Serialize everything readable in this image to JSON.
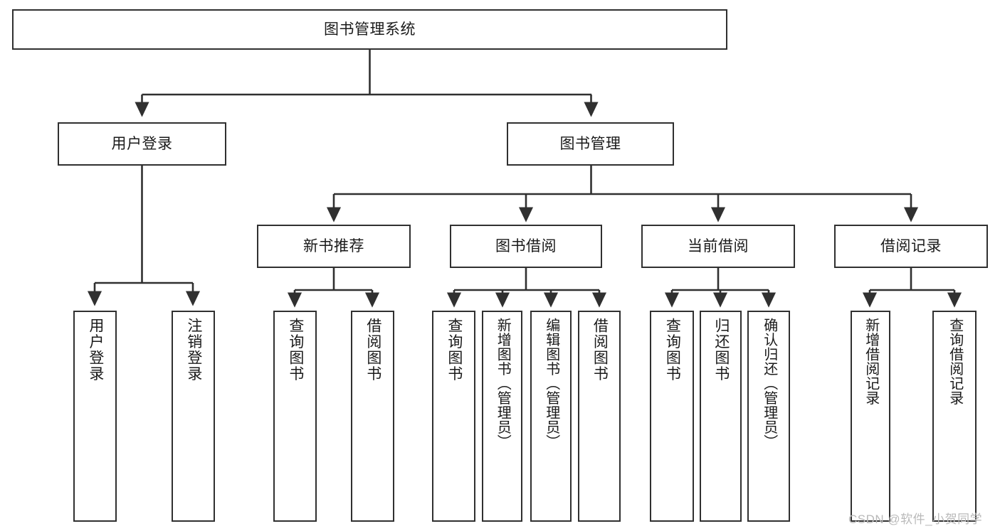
{
  "diagram": {
    "title": "图书管理系统",
    "type": "tree-hierarchy-diagram",
    "colors": {
      "node_border": "#303030",
      "node_fill": "#ffffff",
      "edge": "#303030",
      "text": "#1a1a1a",
      "watermark": "#b9b9b9",
      "background": "#ffffff"
    },
    "nodes": {
      "root": {
        "label": "图书管理系统"
      },
      "level1": [
        {
          "label": "用户登录"
        },
        {
          "label": "图书管理"
        }
      ],
      "level2": [
        {
          "label": "新书推荐"
        },
        {
          "label": "图书借阅"
        },
        {
          "label": "当前借阅"
        },
        {
          "label": "借阅记录"
        }
      ],
      "leaves_user_login": [
        {
          "label": "用户登录"
        },
        {
          "label": "注销登录"
        }
      ],
      "leaves_new_book": [
        {
          "label": "查询图书"
        },
        {
          "label": "借阅图书"
        }
      ],
      "leaves_borrow": [
        {
          "label": "查询图书"
        },
        {
          "label": "新增图书（管理员）"
        },
        {
          "label": "编辑图书（管理员）"
        },
        {
          "label": "借阅图书"
        }
      ],
      "leaves_current": [
        {
          "label": "查询图书"
        },
        {
          "label": "归还图书"
        },
        {
          "label": "确认归还（管理员）"
        }
      ],
      "leaves_records": [
        {
          "label": "新增借阅记录"
        },
        {
          "label": "查询借阅记录"
        }
      ]
    },
    "watermark": "CSDN @软件_小贺同学"
  }
}
